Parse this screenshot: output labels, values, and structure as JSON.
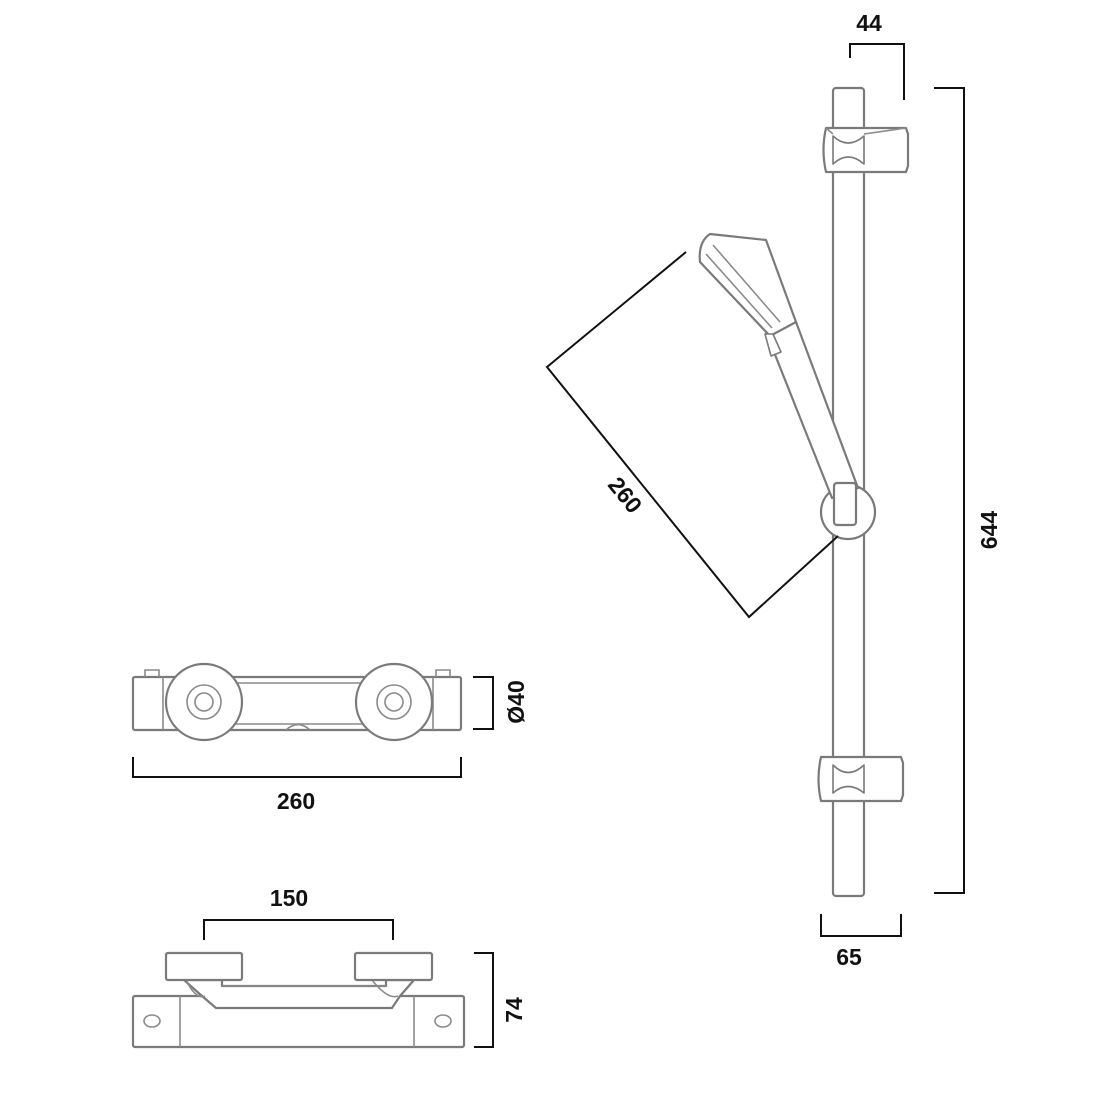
{
  "dimensions": {
    "rail_width_top": "44",
    "rail_length": "644",
    "rail_width_bottom": "65",
    "handset_length": "260",
    "bracket_length": "260",
    "bracket_diameter": "Ø40",
    "bracket_centres": "150",
    "bracket_depth": "74"
  },
  "colors": {
    "outline": "#7a7a7a",
    "dimension_line": "#111111",
    "background": "#ffffff"
  }
}
